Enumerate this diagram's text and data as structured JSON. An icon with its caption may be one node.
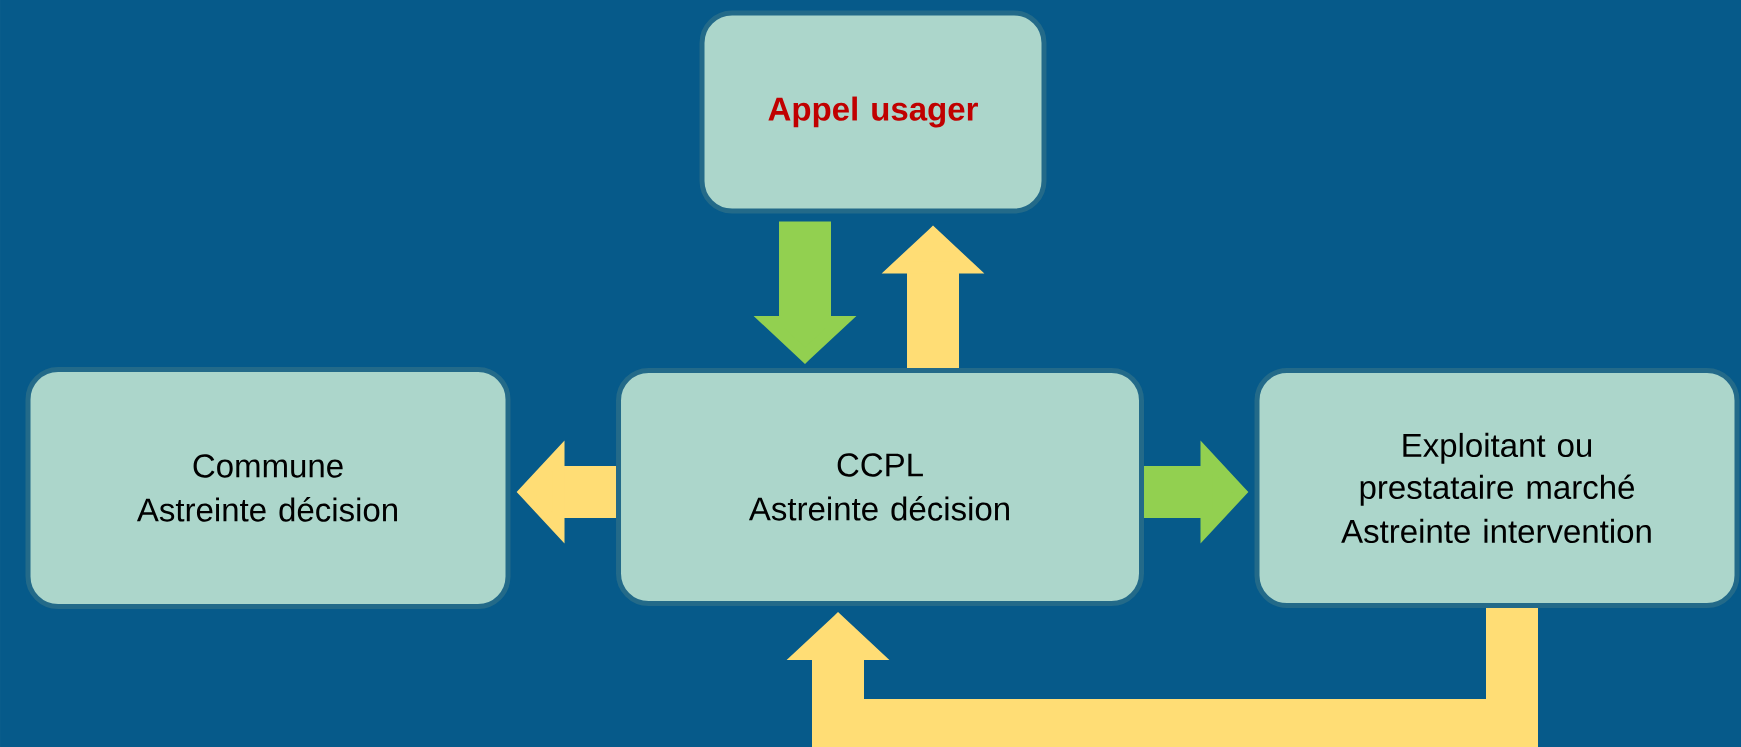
{
  "diagram": {
    "nodes": [
      {
        "text": [
          "Appel usager"
        ]
      },
      {
        "text": [
          "Commune",
          "Astreinte décision"
        ]
      },
      {
        "text": [
          "CCPL",
          "Astreinte décision"
        ]
      },
      {
        "text": [
          "Exploitant ou prestataire marché",
          "Astreinte intervention"
        ]
      }
    ],
    "edges": [
      {
        "from": 0,
        "to": 2,
        "arrow": "to",
        "color": "#92d050"
      },
      {
        "from": 2,
        "to": 0,
        "arrow": "to",
        "color": "#ffdd75"
      },
      {
        "from": 2,
        "to": 1,
        "arrow": "to",
        "color": "#ffdd75"
      },
      {
        "from": 2,
        "to": 3,
        "arrow": "to",
        "color": "#92d050"
      },
      {
        "from": 3,
        "to": 2,
        "arrow": "to",
        "color": "#ffdd75"
      }
    ]
  }
}
